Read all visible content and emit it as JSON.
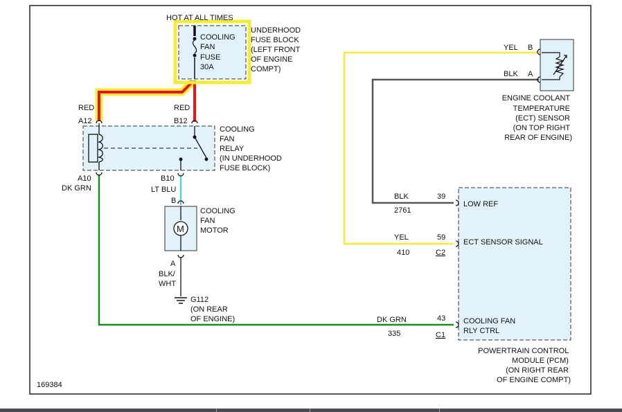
{
  "figure_number": "169384",
  "power_source": "HOT AT ALL TIMES",
  "fuse": {
    "lines": [
      "COOLING",
      "FAN",
      "FUSE",
      "30A"
    ]
  },
  "fuse_block": {
    "lines": [
      "UNDERHOOD",
      "FUSE BLOCK",
      "(LEFT FRONT",
      "OF ENGINE",
      "COMPT)"
    ]
  },
  "relay": {
    "lines": [
      "COOLING",
      "FAN",
      "RELAY",
      "(IN UNDERHOOD",
      "FUSE BLOCK)"
    ]
  },
  "motor": {
    "symbol": "M",
    "lines": [
      "COOLING",
      "FAN",
      "MOTOR"
    ]
  },
  "ground": {
    "lines": [
      "G112",
      "(ON REAR",
      "OF ENGINE)"
    ]
  },
  "ect_sensor": {
    "lines": [
      "ENGINE COOLANT",
      "TEMPERATURE",
      "(ECT) SENSOR",
      "(ON TOP RIGHT",
      "REAR OF ENGINE)"
    ]
  },
  "pcm": {
    "lines": [
      "POWERTRAIN CONTROL",
      "MODULE (PCM)",
      "(ON RIGHT REAR",
      "OF ENGINE COMPT)"
    ],
    "pins": {
      "low_ref": {
        "pin": "39",
        "label": "LOW REF"
      },
      "ect_signal": {
        "pin": "59",
        "label": "ECT SENSOR SIGNAL",
        "connector": "C2"
      },
      "fan_ctrl": {
        "pin": "43",
        "label_lines": [
          "COOLING FAN",
          "RLY CTRL"
        ],
        "connector": "C1"
      }
    }
  },
  "terminals": {
    "a12": "A12",
    "b12": "B12",
    "a10": "A10",
    "b10": "B10",
    "motor_b": "B",
    "motor_a": "A",
    "sensor_b": "B",
    "sensor_a": "A"
  },
  "wires": {
    "red_left": "RED",
    "red_right": "RED",
    "dk_grn_relay": "DK GRN",
    "lt_blu": "LT BLU",
    "blk_wht_1": "BLK/",
    "blk_wht_2": "WHT",
    "yel_sensor": "YEL",
    "blk_sensor": "BLK",
    "blk_pcm": "BLK",
    "blk_circuit": "2761",
    "yel_pcm": "YEL",
    "yel_circuit": "410",
    "dk_grn_pcm": "DK GRN",
    "dk_grn_circuit": "335"
  },
  "colors": {
    "red": "#e8141c",
    "yellow": "#f4ec3a",
    "green": "#1a8a1a",
    "light_blue": "#5ad0d8",
    "gray_wire": "#555555",
    "component_fill": "#e3f1fa"
  }
}
